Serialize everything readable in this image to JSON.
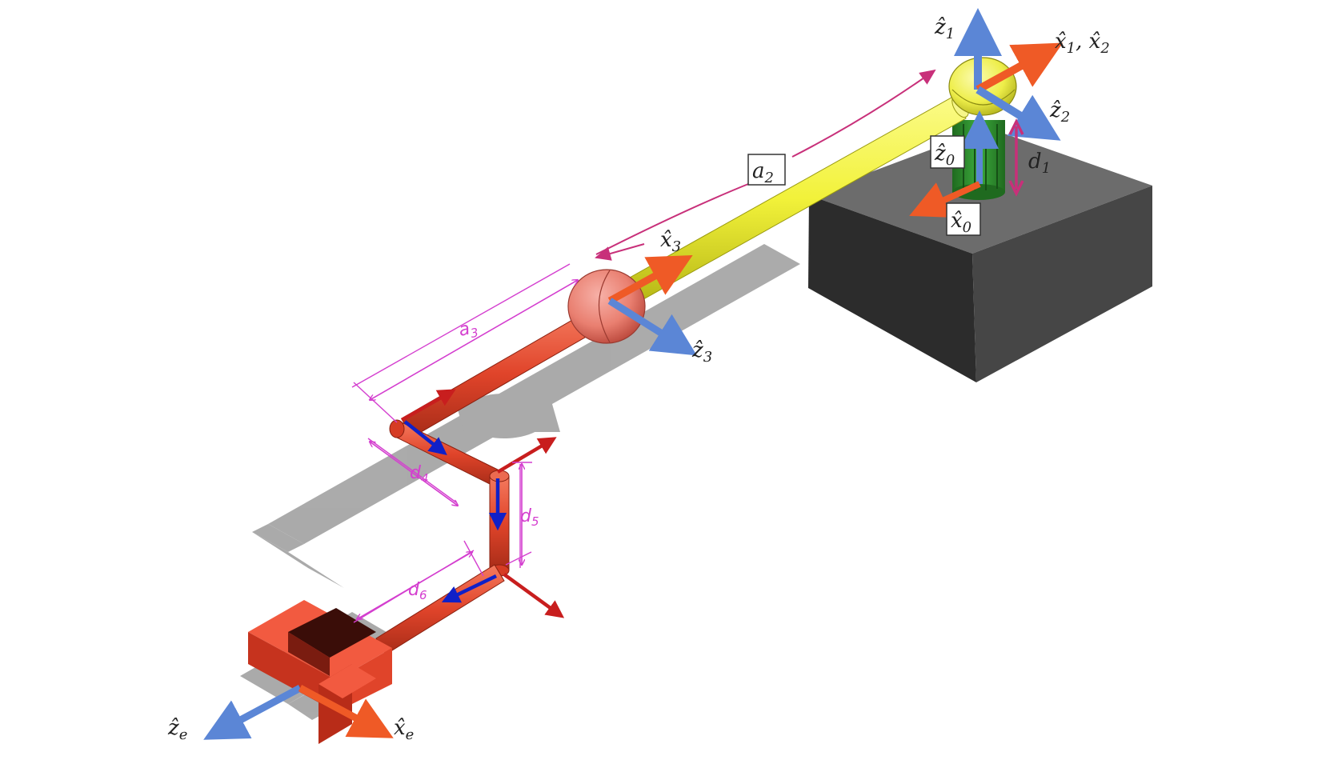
{
  "labels": {
    "z1": {
      "base": "ẑ",
      "sub": "1"
    },
    "x1x2": {
      "base": "x̂",
      "sub": "1",
      "sep": ", ",
      "base2": "x̂",
      "sub2": "2"
    },
    "z2": {
      "base": "ẑ",
      "sub": "2"
    },
    "z0": {
      "base": "ẑ",
      "sub": "0"
    },
    "x0": {
      "base": "x̂",
      "sub": "0"
    },
    "d1": {
      "base": "d",
      "sub": "1"
    },
    "a2": {
      "base": "a",
      "sub": "2"
    },
    "x3": {
      "base": "x̂",
      "sub": "3"
    },
    "z3": {
      "base": "ẑ",
      "sub": "3"
    },
    "a3": {
      "base": "a",
      "sub": "3"
    },
    "d4": {
      "base": "d",
      "sub": "4"
    },
    "d5": {
      "base": "d",
      "sub": "5"
    },
    "d6": {
      "base": "d",
      "sub": "6"
    },
    "ze": {
      "base": "ẑ",
      "sub": "e"
    },
    "xe": {
      "base": "x̂",
      "sub": "e"
    }
  },
  "colors": {
    "axis_blue": "#5b86d6",
    "axis_orange": "#ef5a26",
    "frame_red": "#c81e1e",
    "frame_blue": "#1020c8",
    "annotation_magenta": "#d43fcf",
    "link_yellow": "#f2f23a",
    "link_red": "#e0442a",
    "base_gray": "#3c3c3c",
    "motor_green": "#2f9a2f",
    "shadow_gray": "#9a9a9a"
  }
}
